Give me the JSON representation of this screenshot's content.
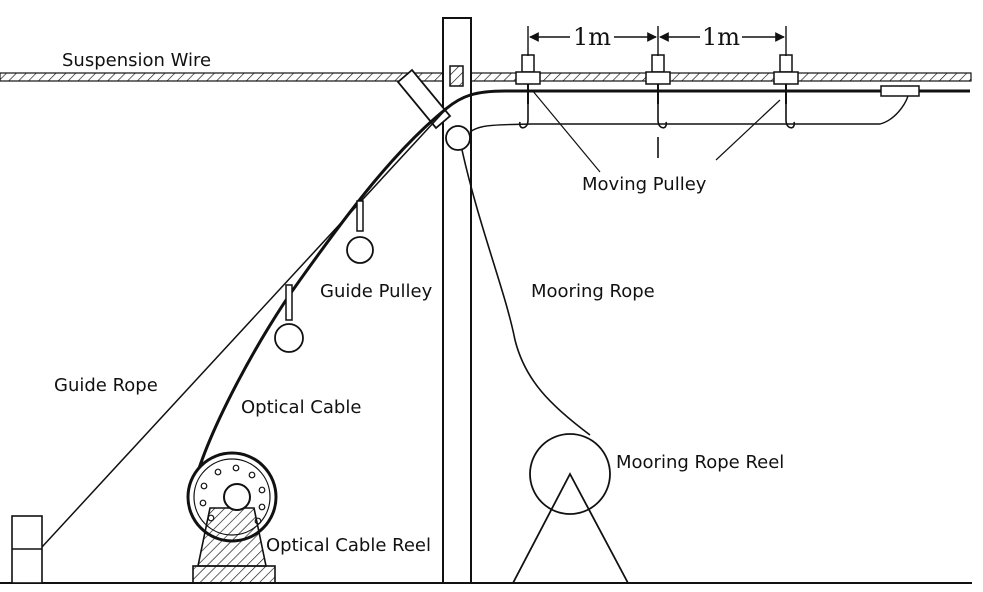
{
  "labels": {
    "suspension_wire": "Suspension Wire",
    "moving_pulley": "Moving Pulley",
    "guide_pulley": "Guide Pulley",
    "mooring_rope": "Mooring Rope",
    "guide_rope": "Guide Rope",
    "optical_cable": "Optical Cable",
    "mooring_rope_reel": "Mooring Rope Reel",
    "optical_cable_reel": "Optical Cable Reel"
  },
  "dimensions": {
    "spacing_1": "1m",
    "spacing_2": "1m"
  },
  "colors": {
    "line": "#111111",
    "background": "#ffffff"
  }
}
